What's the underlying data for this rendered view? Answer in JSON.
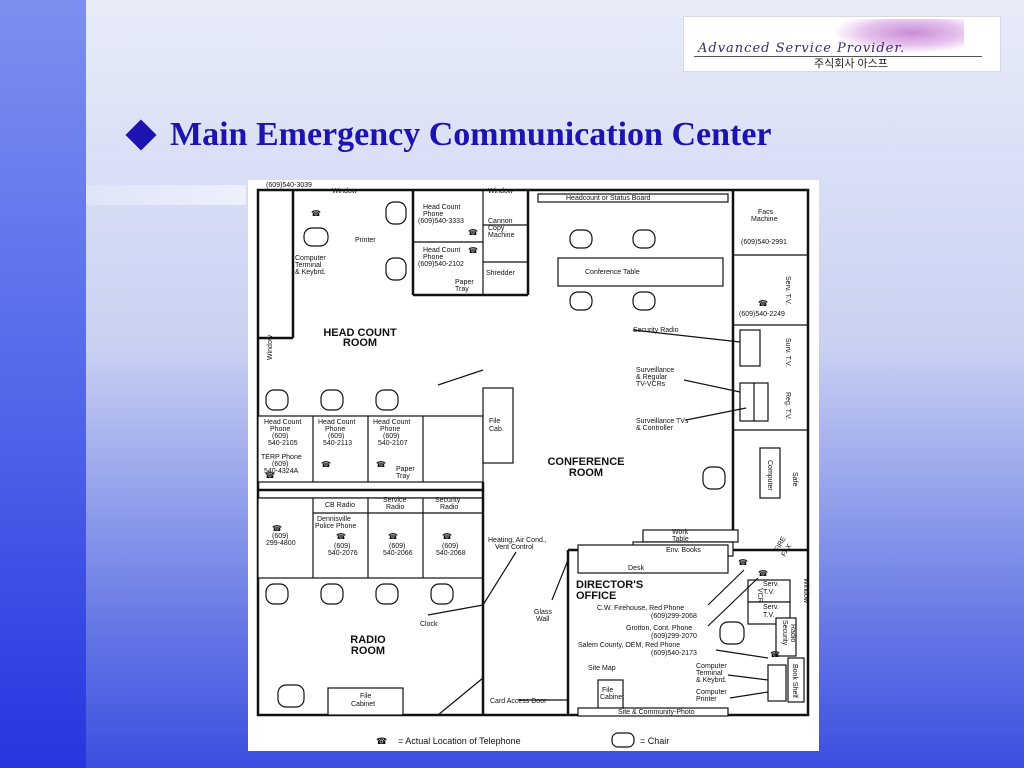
{
  "slide": {
    "title": "Main Emergency Communication Center",
    "accent": "#1c13b0"
  },
  "logo": {
    "script_text": "Advanced Service Provider.",
    "korean_text": "주식회사 아스프"
  },
  "plan": {
    "rooms": {
      "head_count": [
        "HEAD COUNT",
        "ROOM"
      ],
      "conference": [
        "CONFERENCE",
        "ROOM"
      ],
      "radio": [
        "RADIO",
        "ROOM"
      ],
      "director": [
        "DIRECTOR'S",
        "OFFICE"
      ]
    },
    "labels": {
      "phone_3039": "(609)540-3039",
      "window_top_left": "Window",
      "window_top_mid": "Window",
      "window_left": "Window",
      "window_right": "Window",
      "printer": "Printer",
      "computer_terminal": [
        "Computer",
        "Terminal",
        "& Keybrd."
      ],
      "hc_phone_3333": [
        "Head Count",
        "Phone",
        "(609)540-3333"
      ],
      "hc_phone_2102": [
        "Head Count",
        "Phone",
        "(609)540-2102"
      ],
      "paper_tray_top": [
        "Paper",
        "Tray"
      ],
      "cannon_copy": [
        "Cannon",
        "Copy",
        "Machine"
      ],
      "shredder": "Shredder",
      "status_board": "Headcount or Status Board",
      "conference_table": "Conference Table",
      "facs_machine": [
        "Facs",
        "Machine",
        "(609)540-2991"
      ],
      "serv_tv_top": "Serv. T.V.",
      "phone_2249": "(609)540-2249",
      "security_radio_conf": "Security Radio",
      "surv_tv": "Surv. T.V.",
      "surveillance_vcr": [
        "Surveillance",
        "& Regular",
        "TV-VCRs"
      ],
      "reg_tv": "Reg. T.V.",
      "surveillance_tvs": [
        "Surveillance TVs",
        "& Controller"
      ],
      "computer_right": "Computer",
      "safe": "Safe",
      "file_cab": [
        "File",
        "Cab."
      ],
      "hc_2105": [
        "Head Count",
        "Phone",
        "(609)",
        "540-2105"
      ],
      "hc_2113": [
        "Head Count",
        "Phone",
        "(609)",
        "540-2113"
      ],
      "hc_2107": [
        "Head Count",
        "Phone",
        "(609)",
        "540-2107"
      ],
      "terp_phone": [
        "TERP Phone",
        "(609)",
        "540-4324A"
      ],
      "paper_tray_mid": [
        "Paper",
        "Tray"
      ],
      "cb_radio": "CB Radio",
      "dennisville": [
        "Dennisville",
        "Police Phone"
      ],
      "service_radio": [
        "Service",
        "Radio"
      ],
      "security_radio": [
        "Security",
        "Radio"
      ],
      "phone_4800": [
        "(609)",
        "299-4800"
      ],
      "phone_2076": [
        "(609)",
        "540-2076"
      ],
      "phone_2066": [
        "(609)",
        "540-2066"
      ],
      "phone_2068": [
        "(609)",
        "540-2068"
      ],
      "hvac": [
        "Heating, Air Cond.,",
        "Vent Control"
      ],
      "work_table": [
        "Work",
        "Table"
      ],
      "env_books": "Env. Books",
      "desk": "Desk",
      "fire_fax": [
        "FIRE",
        "FAX"
      ],
      "serv_tv_a": [
        "Serv.",
        "T.V."
      ],
      "serv_tv_b": [
        "Serv.",
        "T.V."
      ],
      "vcr": "VCR",
      "security_radio_dir": [
        "Security",
        "Radio"
      ],
      "cw_firehouse": [
        "C.W. Firehouse, Red Phone",
        "(609)299-2068"
      ],
      "grotton": [
        "Grotton, Cont. Phone",
        "(609)299-2070"
      ],
      "salem": [
        "Salem County, OEM, Red Phone",
        "(609)540-2173"
      ],
      "glass_wall": [
        "Glass",
        "Wall"
      ],
      "clock": "Clock",
      "site_map": "Site Map",
      "file_cabinet_dir": [
        "File",
        "Cabinet"
      ],
      "comp_terminal_dir": [
        "Computer",
        "Terminal",
        "& Keybrd."
      ],
      "comp_printer_dir": [
        "Computer",
        "Printer"
      ],
      "book_shelf": "Book Shelf",
      "site_photo": "Site & Community-Photo",
      "card_access": "Card Access Door",
      "file_cabinet_radio": [
        "File",
        "Cabinet"
      ]
    },
    "legend": {
      "telephone": "= Actual Location of Telephone",
      "chair": "= Chair"
    }
  }
}
